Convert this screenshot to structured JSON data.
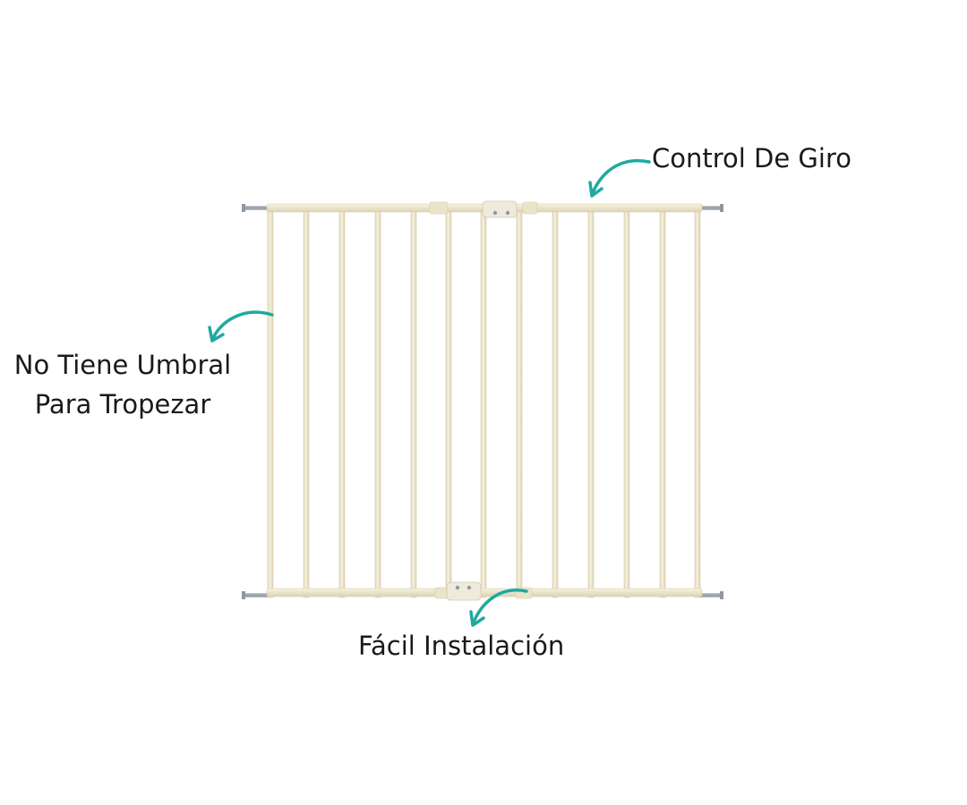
{
  "annotations": {
    "swing_control": "Control De Giro",
    "no_threshold_line1": "No Tiene Umbral",
    "no_threshold_line2": "Para Tropezar",
    "easy_install": "Fácil Instalación"
  },
  "colors": {
    "gate": "#f1ead3",
    "gate_edge": "#ddd3b4",
    "arrow": "#1fa9a0",
    "text": "#1a1a1a",
    "pressure_bolt": "#9aa3ad"
  },
  "icons": [
    "curved-arrow-icon"
  ]
}
